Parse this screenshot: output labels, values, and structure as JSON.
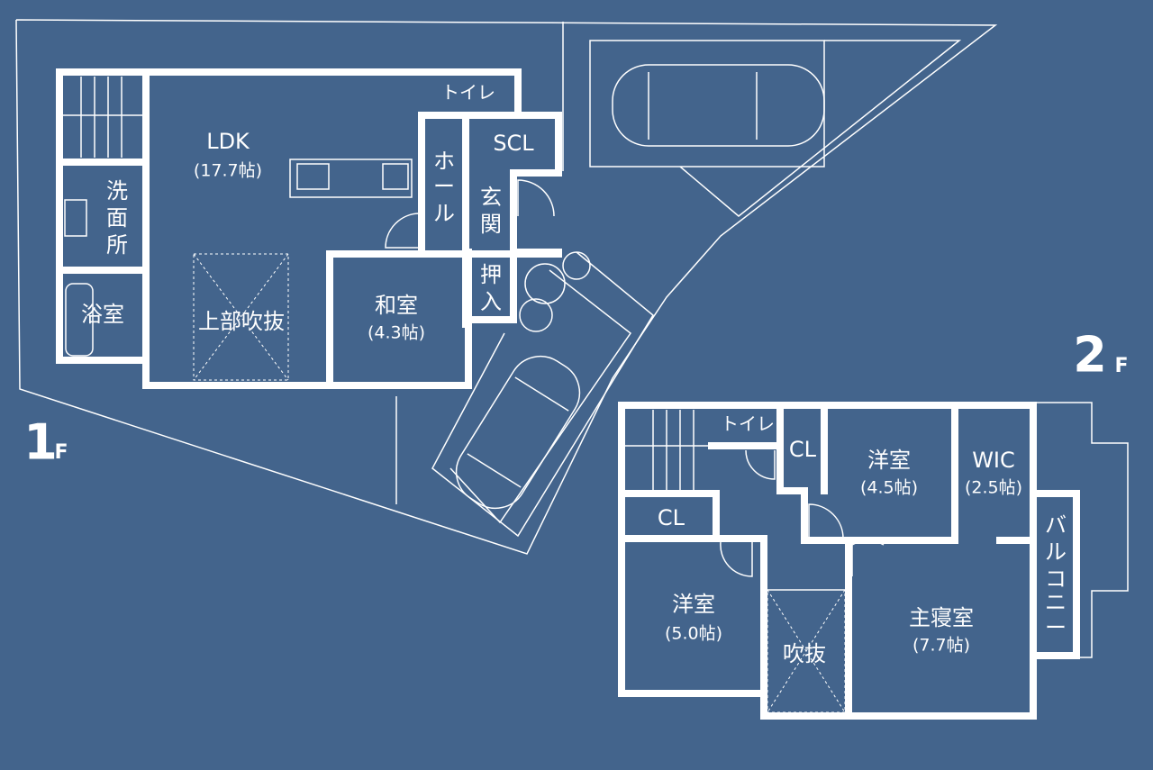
{
  "colors": {
    "background": "#43648c",
    "lines": "#ffffff"
  },
  "floor1": {
    "label_num": "1",
    "label_unit": "F",
    "rooms": {
      "ldk": {
        "name": "LDK",
        "size": "(17.7帖)"
      },
      "washroom": {
        "chars": [
          "洗",
          "面",
          "所"
        ]
      },
      "bath": {
        "name": "浴室"
      },
      "void_above": {
        "name": "上部吹抜"
      },
      "japanese_room": {
        "name": "和室",
        "size": "(4.3帖)"
      },
      "toilet": {
        "name": "トイレ"
      },
      "scl": {
        "name": "SCL"
      },
      "hall": {
        "chars": [
          "ホ",
          "ー",
          "ル"
        ]
      },
      "entrance": {
        "chars": [
          "玄",
          "関"
        ]
      },
      "closet": {
        "chars": [
          "押",
          "入"
        ]
      }
    }
  },
  "floor2": {
    "label_num": "2",
    "label_unit": "F",
    "rooms": {
      "toilet": {
        "name": "トイレ"
      },
      "cl_small": {
        "name": "CL"
      },
      "western_room_a": {
        "name": "洋室",
        "size": "(4.5帖)"
      },
      "wic": {
        "name": "WIC",
        "size": "(2.5帖)"
      },
      "cl": {
        "name": "CL"
      },
      "balcony": {
        "chars": [
          "バ",
          "ル",
          "コ",
          "ニ",
          "ー"
        ]
      },
      "western_room_b": {
        "name": "洋室",
        "size": "(5.0帖)"
      },
      "void": {
        "name": "吹抜"
      },
      "master_bedroom": {
        "name": "主寝室",
        "size": "(7.7帖)"
      }
    }
  }
}
